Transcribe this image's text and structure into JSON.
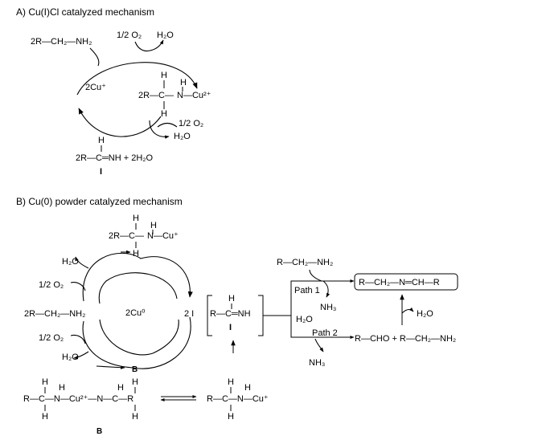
{
  "partA": {
    "heading": "A) Cu(I)Cl catalyzed mechanism",
    "amine": "2R—CH₂—NH₂",
    "o2_top": "1/2 O₂",
    "h2o_top": "H₂O",
    "cu_plus": "2Cu⁺",
    "complex_h_top": "H",
    "complex_nh_h": "H",
    "complex_pre": "2R—C—",
    "complex_n": "N—Cu²⁺",
    "complex_h_bottom": "H",
    "o2_right": "1/2 O₂",
    "h2o_right": "H₂O",
    "imine_h": "H",
    "imine": "2R—C═NH  +  2H₂O",
    "imine_numeral": "I"
  },
  "partB": {
    "heading": "B) Cu(0) powder catalyzed mechanism",
    "top_h": "H",
    "top_nh_h": "H",
    "top_pre": "2R—C—",
    "top_n": "N—Cu⁺",
    "top_bottom_h": "H",
    "h2o_1": "H₂O",
    "o2_1": "1/2 O₂",
    "amine": "2R—CH₂—NH₂",
    "cu0": "2Cu⁰",
    "o2_2": "1/2 O₂",
    "h2o_2": "H₂O",
    "b_label": "B",
    "two_i": "2 I",
    "bracket_h": "H",
    "bracket_imine": "R—C═NH",
    "bracket_numeral": "I",
    "r_amine": "R—CH₂—NH₂",
    "path1": "Path 1",
    "nh3_1": "NH₃",
    "product": "R—CH₂—N═CH—R",
    "h2o_3": "H₂O",
    "h2o_4": "H₂O",
    "path2": "Path 2",
    "aldehyde": "R—CHO + R—CH₂—NH₂",
    "nh3_2": "NH₃",
    "dimer_h1": "H",
    "dimer_h2": "H",
    "dimer_h3": "H",
    "dimer_h4": "H",
    "dimer_h5": "H",
    "dimer_left": "R—C—N—Cu²⁺—N—C—R",
    "dimer_label": "B",
    "mono_h1": "H",
    "mono_h2": "H",
    "mono_h3": "H",
    "mono": "R—C—N—Cu⁺"
  }
}
